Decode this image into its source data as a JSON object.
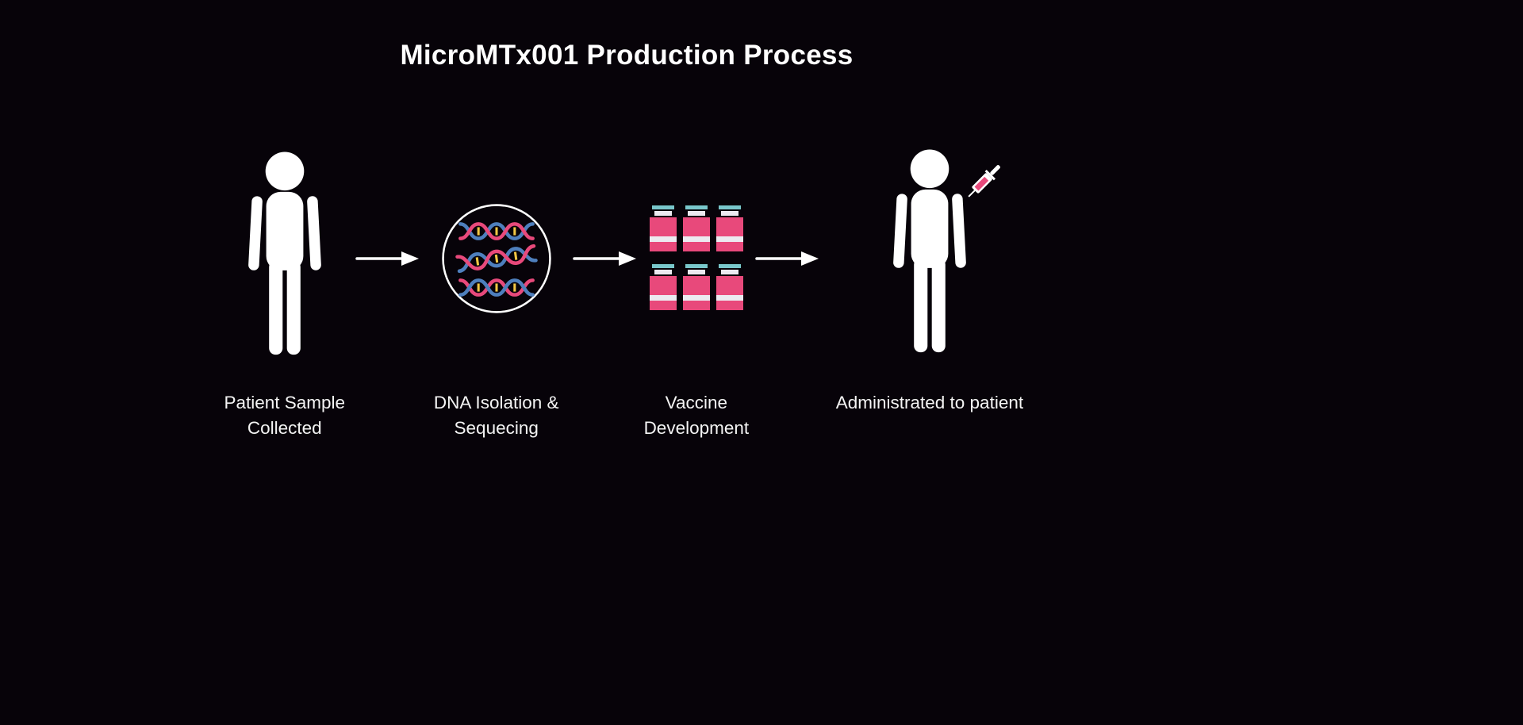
{
  "title": "MicroMTx001 Production Process",
  "stages": [
    {
      "label": "Patient Sample Collected",
      "icon": "person-icon"
    },
    {
      "label": "DNA Isolation & Sequecing",
      "icon": "dna-circle-icon"
    },
    {
      "label": "Vaccine Development",
      "icon": "vaccine-vials-icon"
    },
    {
      "label": "Administrated to patient",
      "icon": "person-with-syringe-icon"
    }
  ],
  "arrows": {
    "count": 3,
    "direction": "right"
  },
  "colors": {
    "background": "#070309",
    "text": "#f4f4f4",
    "figure_white": "#ffffff",
    "pink": "#e8497b",
    "teal": "#79c7cb",
    "blue": "#4e7fbd",
    "yellow": "#f2c744"
  }
}
